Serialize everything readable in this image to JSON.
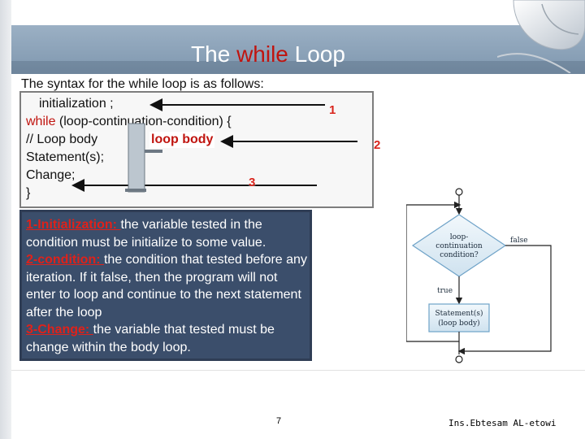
{
  "title": {
    "prefix": "The ",
    "keyword": "while",
    "suffix": " Loop"
  },
  "syntax": {
    "intro": "The syntax for the while loop is as follows:",
    "init": "initialization ;",
    "while_kw": "while",
    "while_rest": " (loop-continuation-condition) {",
    "loop_body_label": "loop body",
    "comment": "// Loop body",
    "statements": "Statement(s);",
    "change": "Change;",
    "close": "}"
  },
  "markers": [
    "1",
    "2",
    "3"
  ],
  "explanation": {
    "item1_label": "1-Initialization: ",
    "item1_text": "the variable tested in the condition must be initialize to some value.",
    "item2_label": "2-condition: ",
    "item2_text": "the condition that tested before any iteration. If it false, then the program will not enter to loop and continue to the next statement after the loop",
    "item3_label": "3-Change: ",
    "item3_text": "the variable that tested must be change within the body loop."
  },
  "flowchart": {
    "condition_line1": "loop-",
    "condition_line2": "continuation",
    "condition_line3": "condition?",
    "false_label": "false",
    "true_label": "true",
    "statement_line1": "Statement(s)",
    "statement_line2": "(loop body)"
  },
  "footer": {
    "page_number": "7",
    "author": "Ins.Ebtesam AL-etowi"
  }
}
